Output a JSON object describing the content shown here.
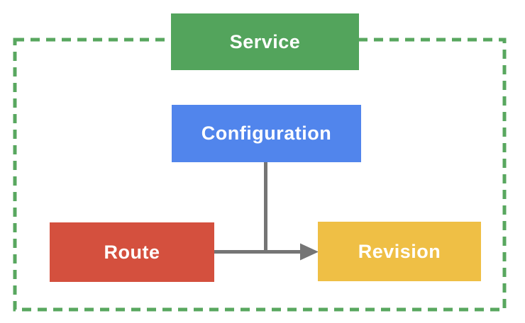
{
  "diagram": {
    "title": "service-architecture-diagram",
    "nodes": {
      "service": {
        "label": "Service",
        "color": "#53A45C"
      },
      "configuration": {
        "label": "Configuration",
        "color": "#5185EC"
      },
      "route": {
        "label": "Route",
        "color": "#D4503E"
      },
      "revision": {
        "label": "Revision",
        "color": "#EFBF45"
      }
    },
    "boundary": {
      "color": "#58A75F"
    },
    "connector": {
      "color": "#757575"
    }
  }
}
